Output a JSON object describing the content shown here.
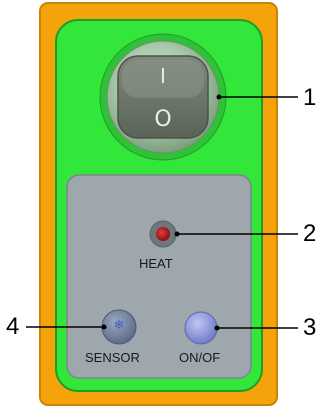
{
  "colors": {
    "outer_frame": "#F5A30B",
    "inner_panel": "#33E63A",
    "control_plate": "#9EA6AE",
    "heat_led": "#B01818",
    "on_off_button": "#8F9BDF",
    "sensor_button": "#7A8AA6"
  },
  "rocker_switch": {
    "on_mark": "I",
    "off_mark": "O",
    "icon": "rocker-switch-icon"
  },
  "indicators": {
    "heat_label": "HEAT",
    "sensor_label": "SENSOR",
    "on_off_label": "ON/OF",
    "sensor_icon": "snowflake-icon"
  },
  "callouts": [
    "1",
    "2",
    "3",
    "4"
  ]
}
